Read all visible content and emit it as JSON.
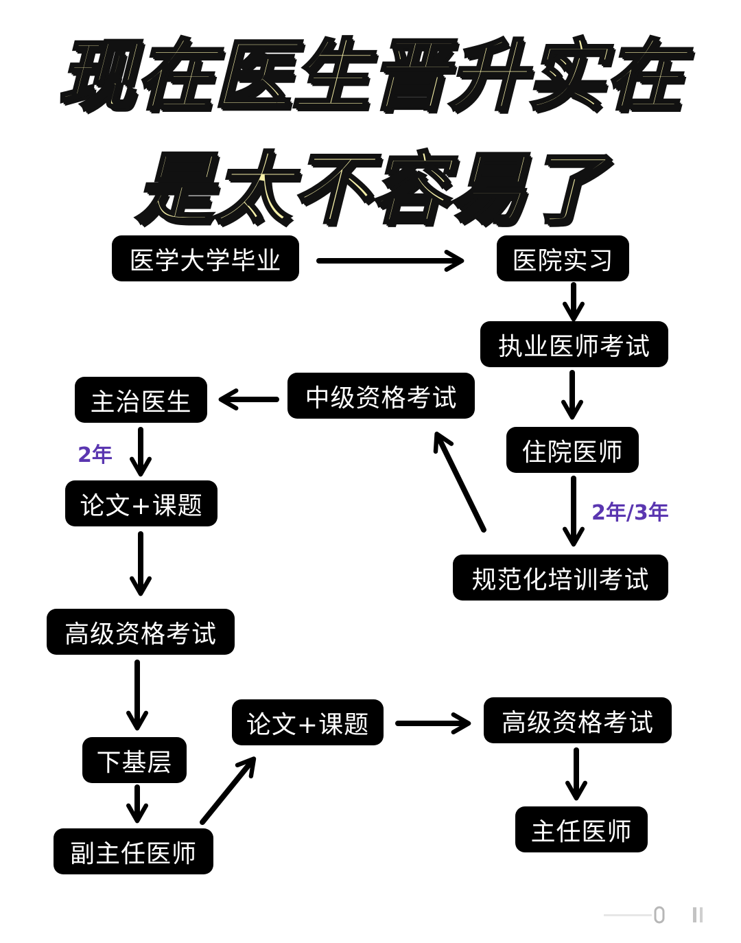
{
  "title": {
    "line1": "现在医生晋升实在",
    "line2": "是太不容易了",
    "fill_color": "#f6f0a8",
    "outline_color": "#111111"
  },
  "nodes": {
    "graduate": "医学大学毕业",
    "internship": "医院实习",
    "license_exam": "执业医师考试",
    "resident": "住院医师",
    "standardized_training_exam": "规范化培训考试",
    "intermediate_exam": "中级资格考试",
    "attending": "主治医生",
    "papers_projects_1": "论文+课题",
    "senior_exam_1": "高级资格考试",
    "grassroots": "下基层",
    "associate_chief": "副主任医师",
    "papers_projects_2": "论文+课题",
    "senior_exam_2": "高级资格考试",
    "chief": "主任医师"
  },
  "notes": {
    "attending_duration": "2年",
    "resident_duration": "2年/3年",
    "color": "#5a36b0"
  },
  "edges": [
    [
      "graduate",
      "internship"
    ],
    [
      "internship",
      "license_exam"
    ],
    [
      "license_exam",
      "resident"
    ],
    [
      "resident",
      "standardized_training_exam"
    ],
    [
      "standardized_training_exam",
      "intermediate_exam"
    ],
    [
      "intermediate_exam",
      "attending"
    ],
    [
      "attending",
      "papers_projects_1"
    ],
    [
      "papers_projects_1",
      "senior_exam_1"
    ],
    [
      "senior_exam_1",
      "grassroots"
    ],
    [
      "grassroots",
      "associate_chief"
    ],
    [
      "associate_chief",
      "papers_projects_2"
    ],
    [
      "papers_projects_2",
      "senior_exam_2"
    ],
    [
      "senior_exam_2",
      "chief"
    ]
  ]
}
